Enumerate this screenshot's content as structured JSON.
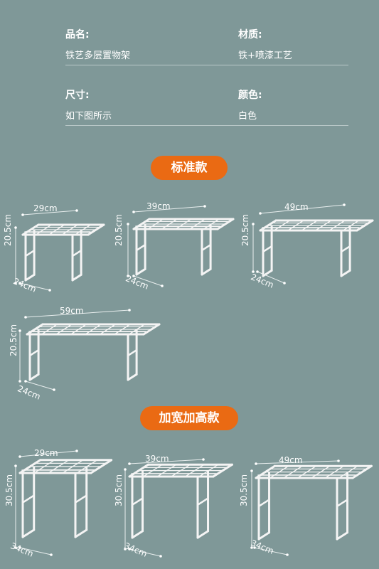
{
  "specs": {
    "name_label": "品名:",
    "name_value": "铁艺多层置物架",
    "material_label": "材质:",
    "material_value": "铁+喷漆工艺",
    "size_label": "尺寸:",
    "size_value": "如下图所示",
    "color_label": "颜色:",
    "color_value": "白色"
  },
  "sections": {
    "standard": "标准款",
    "wide_tall": "加宽加高款"
  },
  "standard_racks": [
    {
      "width": "29cm",
      "height": "20.5cm",
      "depth": "24cm"
    },
    {
      "width": "39cm",
      "height": "20.5cm",
      "depth": "24cm"
    },
    {
      "width": "49cm",
      "height": "20.5cm",
      "depth": "24cm"
    },
    {
      "width": "59cm",
      "height": "20.5cm",
      "depth": "24cm"
    }
  ],
  "tall_racks": [
    {
      "width": "29cm",
      "height": "30.5cm",
      "depth": "34cm"
    },
    {
      "width": "39cm",
      "height": "30.5cm",
      "depth": "34cm"
    },
    {
      "width": "49cm",
      "height": "30.5cm",
      "depth": "34cm"
    }
  ],
  "colors": {
    "background": "#7f9898",
    "accent": "#ea6a13",
    "rack": "#f4f4f4"
  }
}
